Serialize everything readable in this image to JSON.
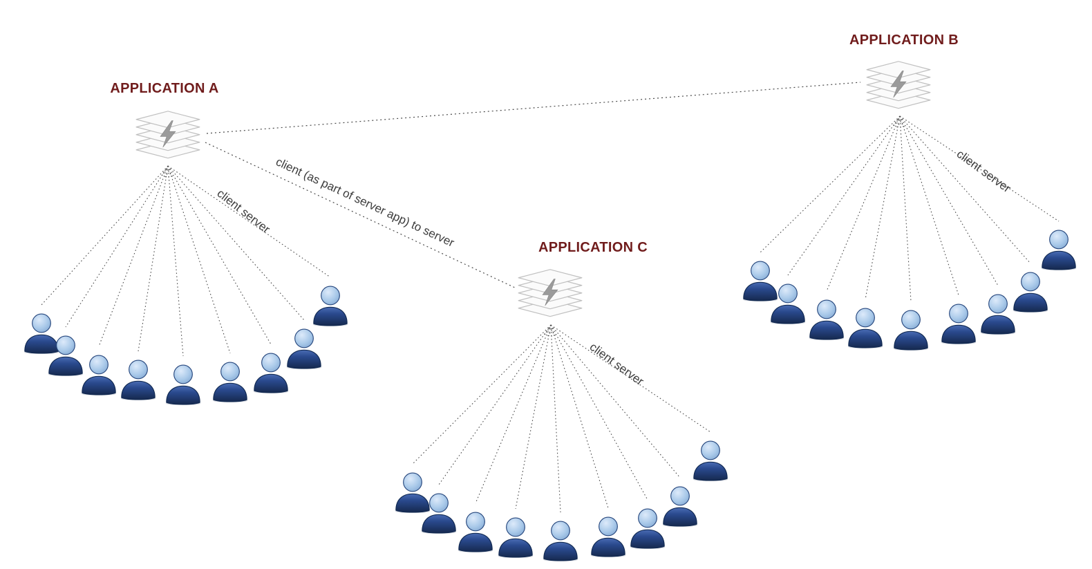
{
  "diagram": {
    "groups": [
      {
        "id": "a",
        "title": "APPLICATION A",
        "fan_label": "client server"
      },
      {
        "id": "b",
        "title": "APPLICATION B",
        "fan_label": "client server"
      },
      {
        "id": "c",
        "title": "APPLICATION C",
        "fan_label": "client server"
      }
    ],
    "connection_label": "client (as part of server app) to server",
    "icons": {
      "server": "server-stack-icon",
      "user": "user-icon"
    },
    "colors": {
      "title": "#701c1c",
      "label": "#3c3c3c",
      "line": "#4a4a4a",
      "user_body": "#1e3a70",
      "user_head": "#a9c9e9",
      "server_plate": "#fbfbfb",
      "server_bolt": "#9b9b9b"
    }
  }
}
